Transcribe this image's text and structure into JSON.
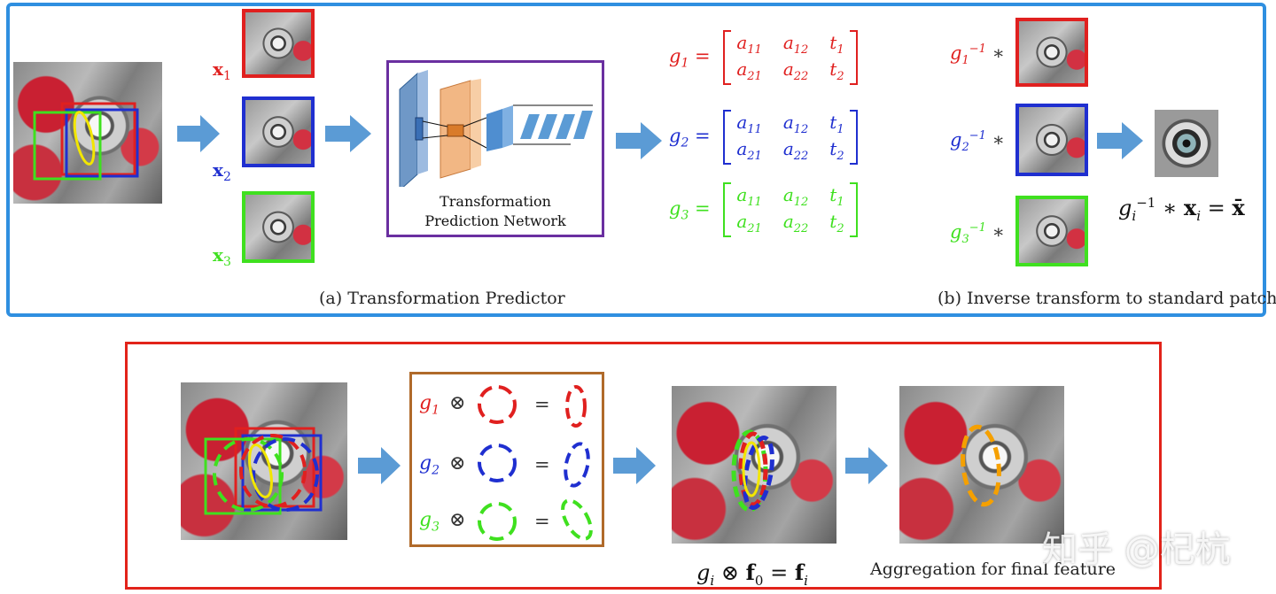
{
  "colors": {
    "blue_frame": "#2f8fe0",
    "red_frame": "#e2231a",
    "red": "#e0201f",
    "blue": "#1f2fd0",
    "green": "#3fe01f",
    "yellow": "#f2e600",
    "orange": "#f5a000",
    "purple": "#6a2fa0",
    "brown": "#b06a2a",
    "arrow": "#5b9bd5"
  },
  "top": {
    "patch_labels": {
      "x1": "x",
      "x1_sub": "1",
      "x2": "x",
      "x2_sub": "2",
      "x3": "x",
      "x3_sub": "3"
    },
    "network_label_line1": "Transformation",
    "network_label_line2": "Prediction Network",
    "matrices": [
      {
        "g": "g",
        "sub": "1",
        "a11": "a",
        "a11s": "11",
        "a12": "a",
        "a12s": "12",
        "t1": "t",
        "t1s": "1",
        "a21": "a",
        "a21s": "21",
        "a22": "a",
        "a22s": "22",
        "t2": "t",
        "t2s": "2"
      },
      {
        "g": "g",
        "sub": "2",
        "a11": "a",
        "a11s": "11",
        "a12": "a",
        "a12s": "12",
        "t1": "t",
        "t1s": "1",
        "a21": "a",
        "a21s": "21",
        "a22": "a",
        "a22s": "22",
        "t2": "t",
        "t2s": "2"
      },
      {
        "g": "g",
        "sub": "3",
        "a11": "a",
        "a11s": "11",
        "a12": "a",
        "a12s": "12",
        "t1": "t",
        "t1s": "1",
        "a21": "a",
        "a21s": "21",
        "a22": "a",
        "a22s": "22",
        "t2": "t",
        "t2s": "2"
      }
    ],
    "inverse_labels": [
      {
        "g": "g",
        "sub": "1",
        "sup": "−1",
        "op": "∗"
      },
      {
        "g": "g",
        "sub": "2",
        "sup": "−1",
        "op": "∗"
      },
      {
        "g": "g",
        "sub": "3",
        "sup": "−1",
        "op": "∗"
      }
    ],
    "standard_patch_equation": {
      "g": "g",
      "sub": "i",
      "sup": "−1",
      "op": "∗",
      "x": "x",
      "xsub": "i",
      "eq": "=",
      "xbar": "x̄"
    },
    "caption_a": "(a)  Transformation Predictor",
    "caption_b": "(b)  Inverse transform to standard patch"
  },
  "bottom": {
    "rows": [
      {
        "g": "g",
        "sub": "1",
        "op": "⊗",
        "eq": "="
      },
      {
        "g": "g",
        "sub": "2",
        "op": "⊗",
        "eq": "="
      },
      {
        "g": "g",
        "sub": "3",
        "op": "⊗",
        "eq": "="
      }
    ],
    "feature_equation": {
      "g": "g",
      "sub": "i",
      "op": "⊗",
      "f": "f",
      "fsub": "0",
      "eq": "=",
      "f2": "f",
      "f2sub": "i"
    },
    "aggregation_caption": "Aggregation for final feature"
  },
  "watermark": "知乎 @杞杭"
}
